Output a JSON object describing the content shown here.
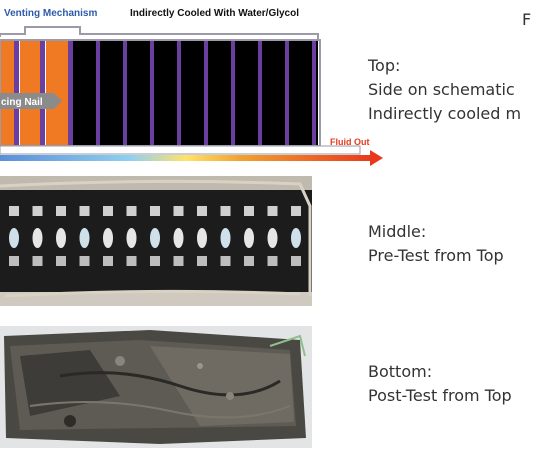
{
  "schematic": {
    "venting_label": "Venting Mechanism",
    "cooled_label": "Indirectly Cooled With Water/Glycol",
    "nail_label": "cing Nail",
    "fluid_label": "Fluid Out",
    "colors": {
      "venting": "#2e5aa8",
      "frame": "#9a9aa8",
      "orange_cell": "#f07a24",
      "black_cell": "#000000",
      "separator": "#6b3fa0",
      "fluid": "#e8391d"
    }
  },
  "corner_letter": "F",
  "sections": [
    {
      "heading": "Top:",
      "lines": [
        "Side on schematic",
        "Indirectly cooled m"
      ]
    },
    {
      "heading": "Middle:",
      "lines": [
        "Pre-Test from Top"
      ]
    },
    {
      "heading": "Bottom:",
      "lines": [
        "Post-Test from Top"
      ]
    }
  ]
}
